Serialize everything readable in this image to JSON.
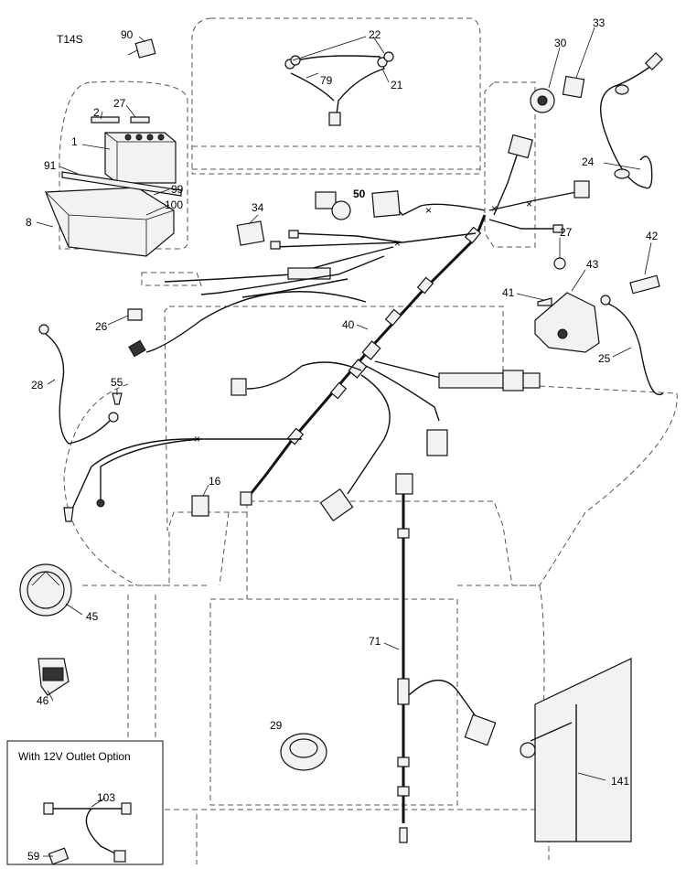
{
  "model_label": "T14S",
  "inset_title": "With 12V Outlet Option",
  "callouts": {
    "c90": "90",
    "c22": "22",
    "c79": "79",
    "c21": "21",
    "c30": "30",
    "c33": "33",
    "c27a": "27",
    "c2": "2",
    "c1": "1",
    "c91": "91",
    "c99": "99",
    "c100": "100",
    "c8": "8",
    "c24": "24",
    "c34": "34",
    "c50": "50",
    "c27b": "27",
    "c42": "42",
    "c41": "41",
    "c43": "43",
    "c26": "26",
    "c40": "40",
    "c25": "25",
    "c28": "28",
    "c55": "55",
    "c16": "16",
    "c45": "45",
    "c71": "71",
    "c46": "46",
    "c29": "29",
    "c141": "141",
    "c103": "103",
    "c59": "59"
  }
}
